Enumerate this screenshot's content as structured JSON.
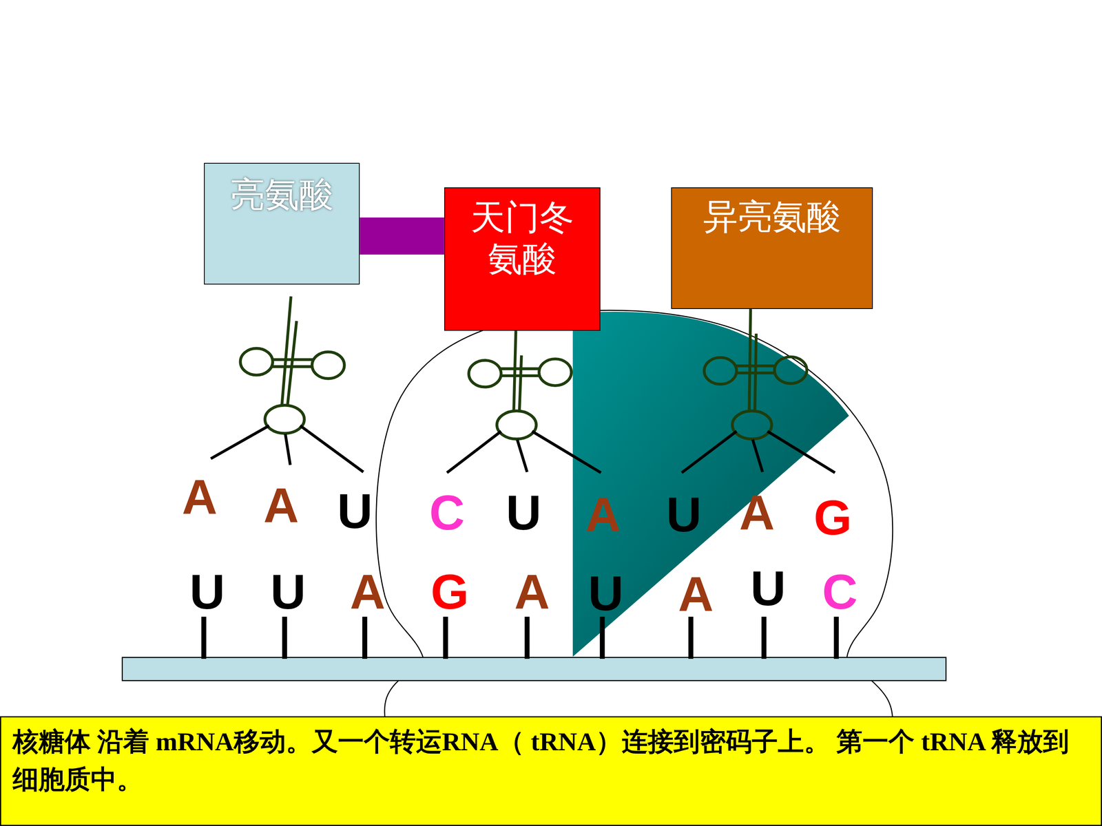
{
  "diagram": {
    "caption": "核糖体 沿着 mRNA移动。又一个转运RNA（ tRNA）连接到密码子上。 第一个 tRNA 释放到细胞质中。",
    "nodes": [
      {
        "text": [
          "亮氨酸"
        ]
      },
      {
        "text": [
          "天门冬 氨酸"
        ]
      },
      {
        "text": [
          "异亮氨酸"
        ]
      }
    ],
    "edges": [
      {
        "from": 0,
        "to": 1,
        "arrow": "none"
      }
    ],
    "labels": [
      "A",
      "A",
      "U",
      "C",
      "U",
      "A",
      "U",
      "A",
      "G",
      "U",
      "U",
      "A",
      "G",
      "A",
      "U",
      "A",
      "U",
      "C"
    ]
  }
}
